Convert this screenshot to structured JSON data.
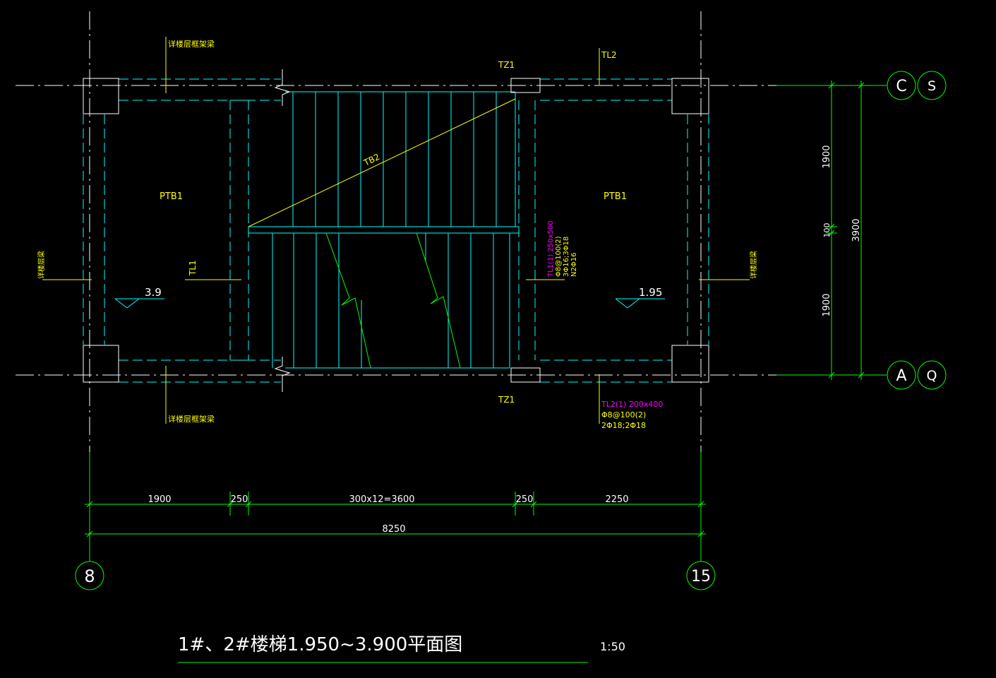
{
  "drawing": {
    "title": "1#、2#楼梯1.950~3.900平面图",
    "scale": "1:50",
    "colors": {
      "background": "#000000",
      "dimension": "#00ff00",
      "structure": "#00ffff",
      "outline": "#ffffff",
      "annotation": "#ffff00",
      "rebar": "#ff00ff"
    },
    "labels": {
      "ptb_left": "PTB1",
      "ptb_right": "PTB1",
      "tb": "TB2",
      "tl1": "TL1",
      "tl2_top": "TL2",
      "tz1_top": "TZ1",
      "tz1_bottom": "TZ1",
      "frame_beam_top": "详楼层框架梁",
      "frame_beam_bottom": "详楼层框架梁",
      "floor_beam_left": "详楼层梁",
      "floor_beam_right": "详楼层梁",
      "elev_left": "3.9",
      "elev_right": "1.95"
    },
    "beam_notes": {
      "tl1": [
        "TL1(1) 250x500",
        "Φ8@100(2)",
        "3Φ16;3Φ18",
        "N2Φ16"
      ],
      "tl2": [
        "TL2(1) 200x400",
        "Φ8@100(2)",
        "2Φ18;2Φ18"
      ]
    },
    "axes": {
      "c": "C",
      "s": "S",
      "a": "A",
      "q": "Q",
      "left": "8",
      "right": "15"
    },
    "dims": {
      "d1900": "1900",
      "d250a": "250",
      "dsteps": "300x12=3600",
      "d250b": "250",
      "d2250": "2250",
      "total": "8250",
      "v1900_top": "1900",
      "v100": "100",
      "v1900_bottom": "1900",
      "v3900": "3900"
    }
  }
}
